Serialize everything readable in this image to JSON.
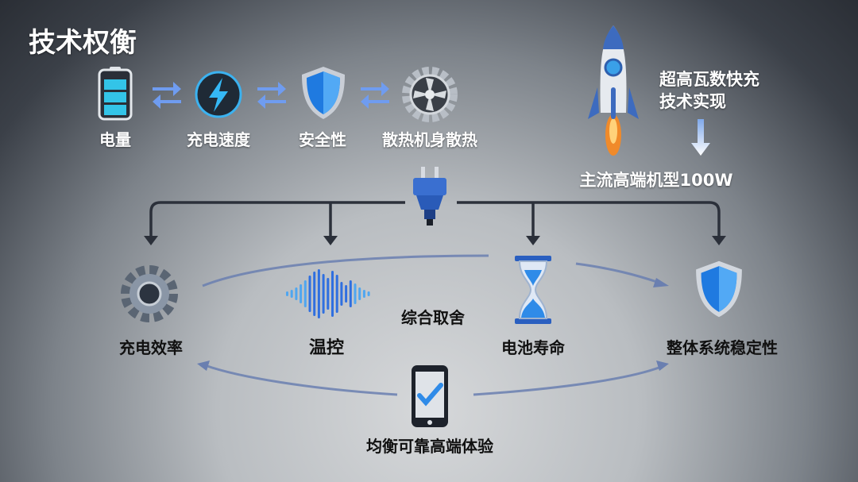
{
  "title": "技术权衡",
  "tradeoff_chain": [
    {
      "label": "电量",
      "icon": "battery-icon"
    },
    {
      "label": "充电速度",
      "icon": "lightning-icon"
    },
    {
      "label": "安全性",
      "icon": "shield-icon"
    },
    {
      "label": "散热机身散热",
      "icon": "fan-gear-icon"
    }
  ],
  "rocket_note": {
    "line1": "超高瓦数快充",
    "line2": "技术实现",
    "result": "主流高端机型100W"
  },
  "factors": [
    {
      "label": "充电效率",
      "icon": "gear-icon"
    },
    {
      "label": "温控",
      "icon": "sound-wave-icon"
    },
    {
      "label": "电池寿命",
      "icon": "hourglass-icon"
    },
    {
      "label": "整体系统稳定性",
      "icon": "shield-icon"
    }
  ],
  "center_label": "综合取舍",
  "bottom": {
    "label": "均衡可靠高端体验",
    "icon": "phone-check-icon"
  },
  "colors": {
    "accent": "#3aa0ff",
    "line": "#2b303a",
    "arrow": "#6f8fd8"
  }
}
